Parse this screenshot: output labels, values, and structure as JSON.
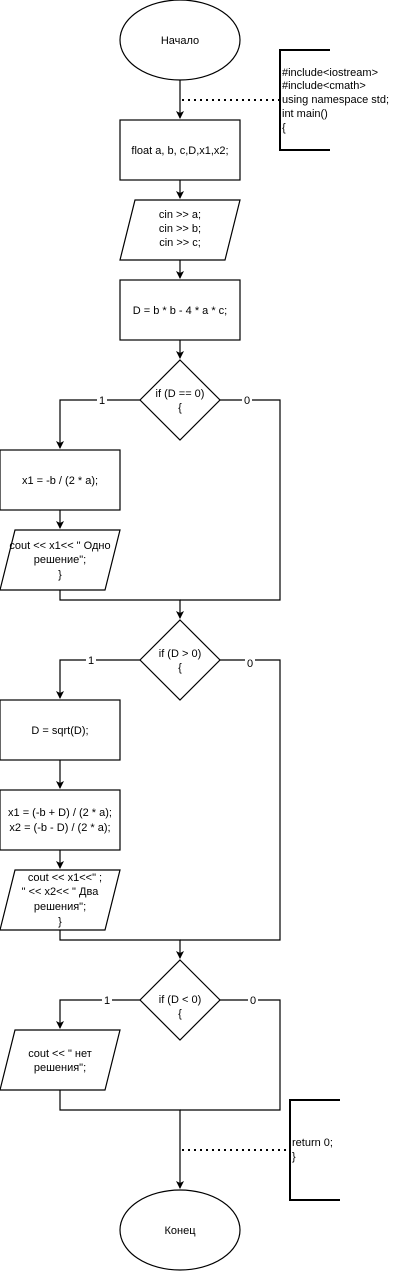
{
  "flowchart": {
    "start": "Начало",
    "end": "Конец",
    "comment_top": [
      "#include<iostream>",
      "#include<cmath>",
      "using namespace std;",
      "int main()",
      "{"
    ],
    "comment_bottom": [
      "return 0;",
      "}"
    ],
    "declare": "float a, b, c,D,x1,x2;",
    "input": [
      "cin >> a;",
      "cin >> b;",
      "cin >> c;"
    ],
    "discriminant": "D = b * b - 4 * a * c;",
    "cond1": [
      "if (D == 0)",
      "{"
    ],
    "x1_single": "x1 = -b / (2 * a);",
    "out1": [
      "cout << x1<< \" Одно",
      "решение\";",
      "}"
    ],
    "cond2": [
      "if (D > 0)",
      "{"
    ],
    "sqrt": "D = sqrt(D);",
    "roots": [
      "x1 = (-b + D) / (2 * a);",
      "x2 = (-b - D) / (2 * a);"
    ],
    "out2": [
      "cout << x1<<\" ;",
      "\" << x2<< \" Два",
      "решения\";",
      "}"
    ],
    "cond3": [
      "if (D < 0)",
      "{"
    ],
    "out3": [
      "cout << \" нет",
      "решения\";"
    ],
    "branch_yes": "1",
    "branch_no": "0"
  }
}
